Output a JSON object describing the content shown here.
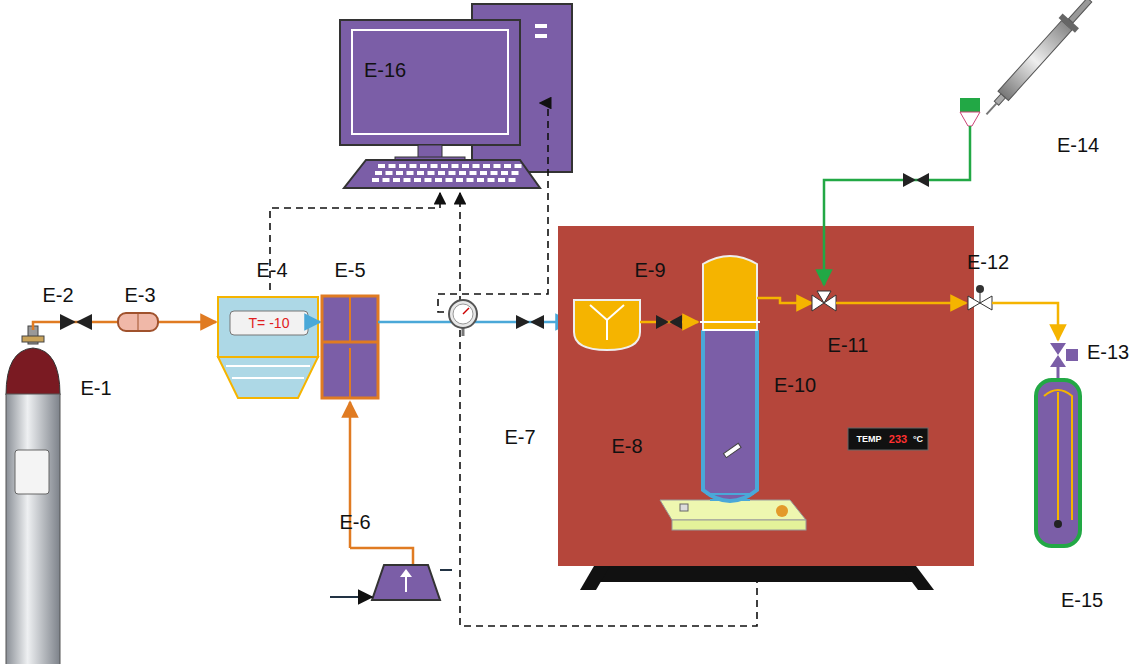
{
  "diagram": {
    "labels": [
      "E-16",
      "E-2",
      "E-3",
      "E-4",
      "E-5",
      "E-1",
      "E-6",
      "E-7",
      "E-8",
      "E-9",
      "E-10",
      "E-11",
      "E-12",
      "E-13",
      "E-14",
      "E-15",
      "T= -10",
      "TEMP",
      "233",
      "°C"
    ]
  }
}
